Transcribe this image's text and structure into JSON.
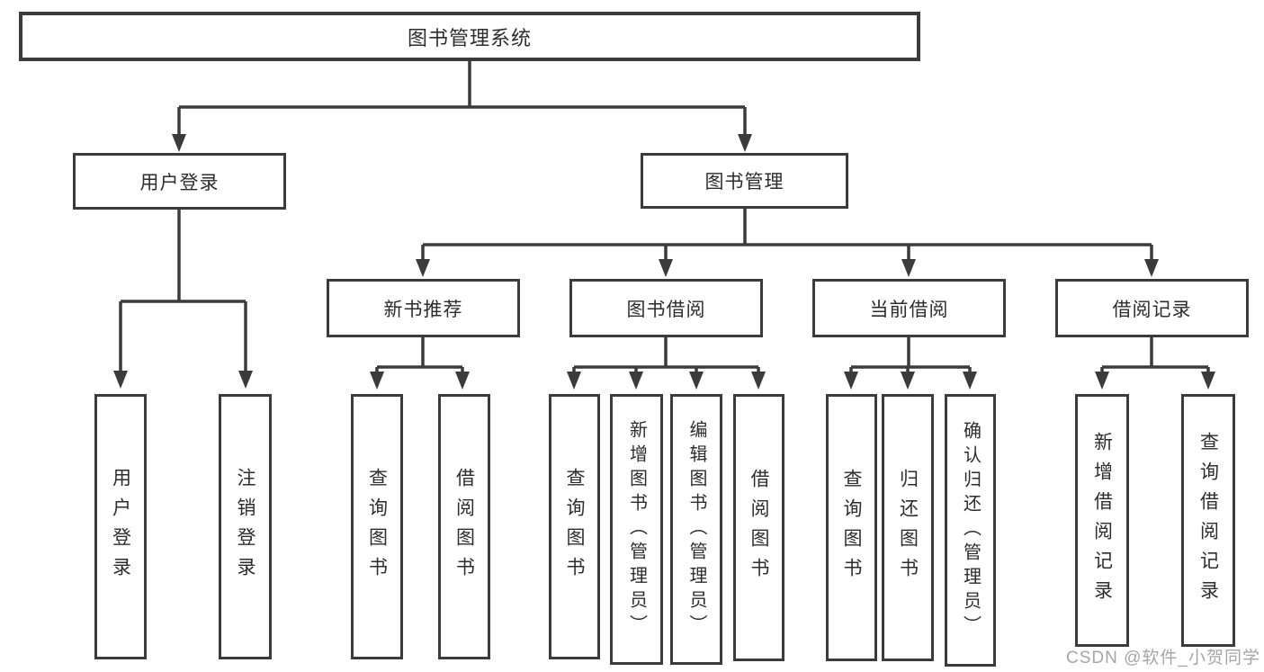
{
  "diagram": {
    "root": {
      "label": "图书管理系统"
    },
    "level2": {
      "user_login": {
        "label": "用户登录"
      },
      "book_management": {
        "label": "图书管理"
      }
    },
    "level3": {
      "new_book_recommend": {
        "label": "新书推荐"
      },
      "book_borrow": {
        "label": "图书借阅"
      },
      "current_borrow": {
        "label": "当前借阅"
      },
      "borrow_records": {
        "label": "借阅记录"
      }
    },
    "leaves": {
      "user_login": {
        "label": "用户登录"
      },
      "logout": {
        "label": "注销登录"
      },
      "recommend_query_book": {
        "label": "查询图书"
      },
      "recommend_borrow_book": {
        "label": "借阅图书"
      },
      "borrow_query_book": {
        "label": "查询图书"
      },
      "borrow_add_book": {
        "label": "新增图书（管理员）"
      },
      "borrow_edit_book": {
        "label": "编辑图书（管理员）"
      },
      "borrow_borrow_book": {
        "label": "借阅图书"
      },
      "current_query_book": {
        "label": "查询图书"
      },
      "current_return_book": {
        "label": "归还图书"
      },
      "current_confirm_return": {
        "label": "确认归还（管理员）"
      },
      "records_add_record": {
        "label": "新增借阅记录"
      },
      "records_query_record": {
        "label": "查询借阅记录"
      }
    }
  },
  "watermark": {
    "text": "CSDN @软件_小贺同学"
  },
  "colors": {
    "line": "#3b3b3b",
    "text": "#2d2d2d",
    "watermark_text": "#a6a6a6",
    "background": "#ffffff"
  }
}
